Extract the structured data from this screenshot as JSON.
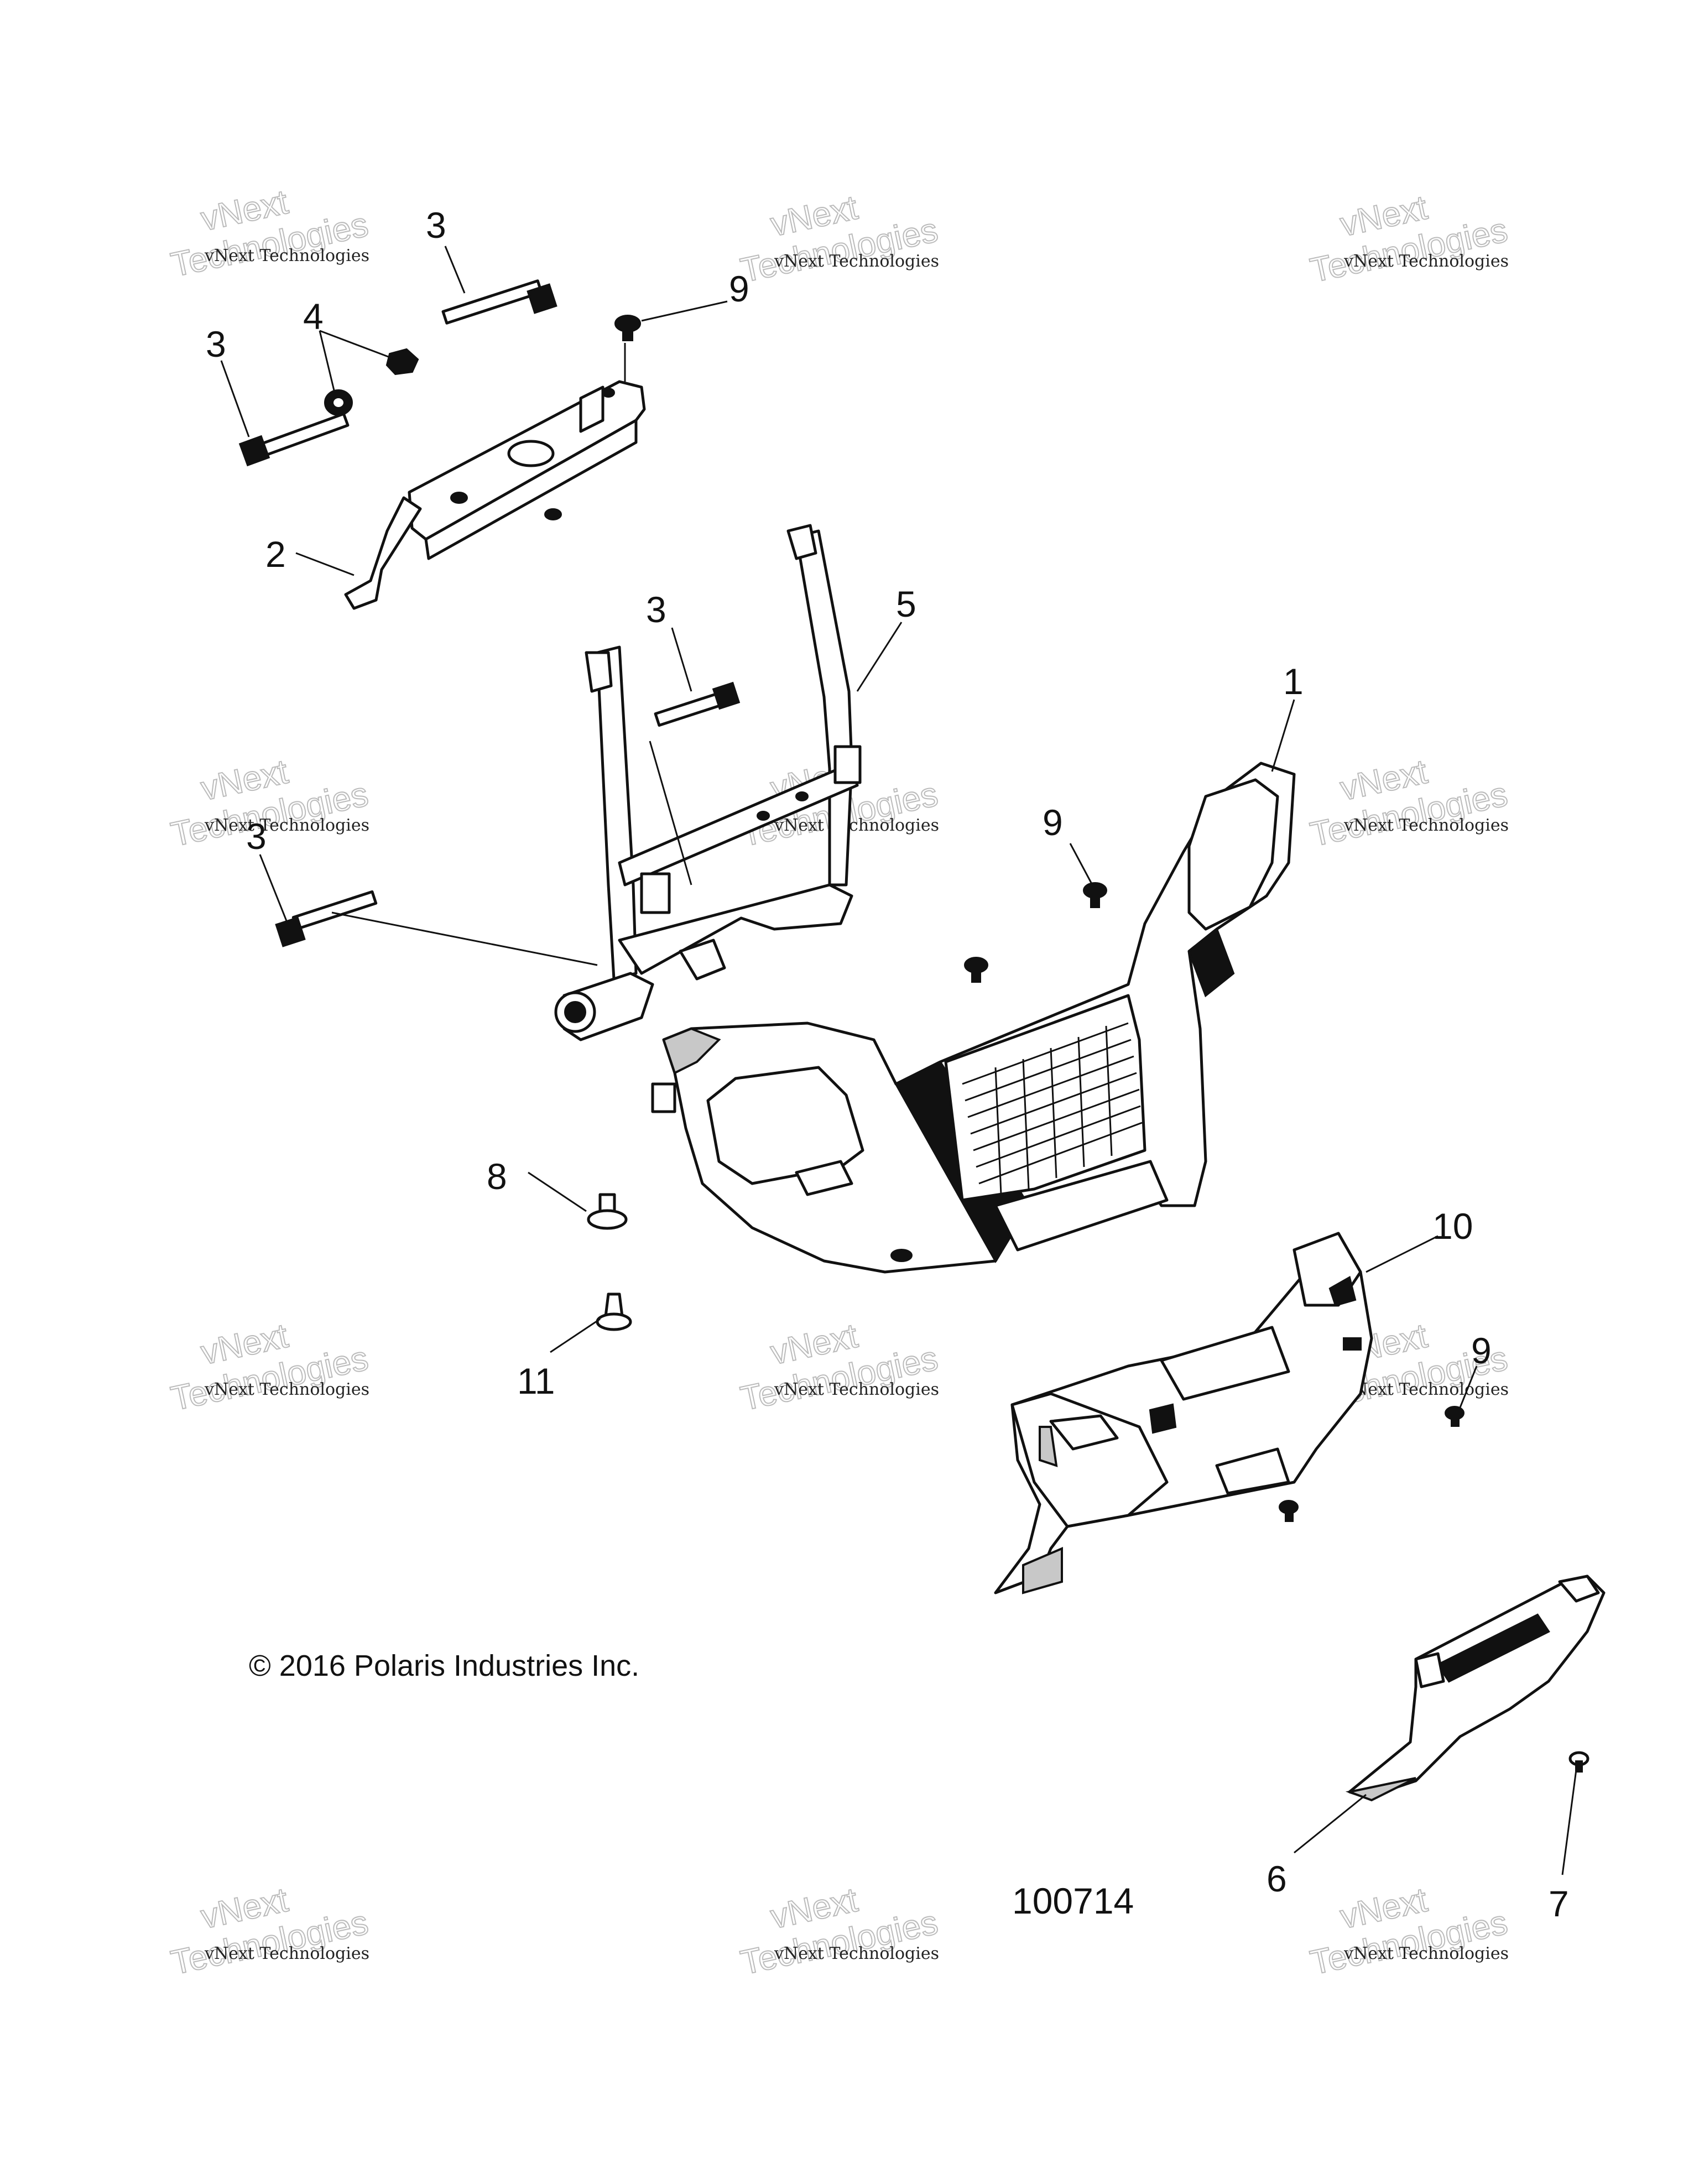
{
  "diagram": {
    "callouts": [
      {
        "id": "c3a",
        "label": "3"
      },
      {
        "id": "c9a",
        "label": "9"
      },
      {
        "id": "c4",
        "label": "4"
      },
      {
        "id": "c3b",
        "label": "3"
      },
      {
        "id": "c2",
        "label": "2"
      },
      {
        "id": "c3c",
        "label": "3"
      },
      {
        "id": "c5",
        "label": "5"
      },
      {
        "id": "c1",
        "label": "1"
      },
      {
        "id": "c3d",
        "label": "3"
      },
      {
        "id": "c9b",
        "label": "9"
      },
      {
        "id": "c8",
        "label": "8"
      },
      {
        "id": "c10",
        "label": "10"
      },
      {
        "id": "c11",
        "label": "11"
      },
      {
        "id": "c9c",
        "label": "9"
      },
      {
        "id": "c6",
        "label": "6"
      },
      {
        "id": "c7",
        "label": "7"
      }
    ],
    "copyright": "© 2016 Polaris Industries Inc.",
    "figure_number": "100714"
  },
  "watermark": {
    "line1": "vNext Technologies",
    "line2": "vNext",
    "line3": "Technologies"
  }
}
